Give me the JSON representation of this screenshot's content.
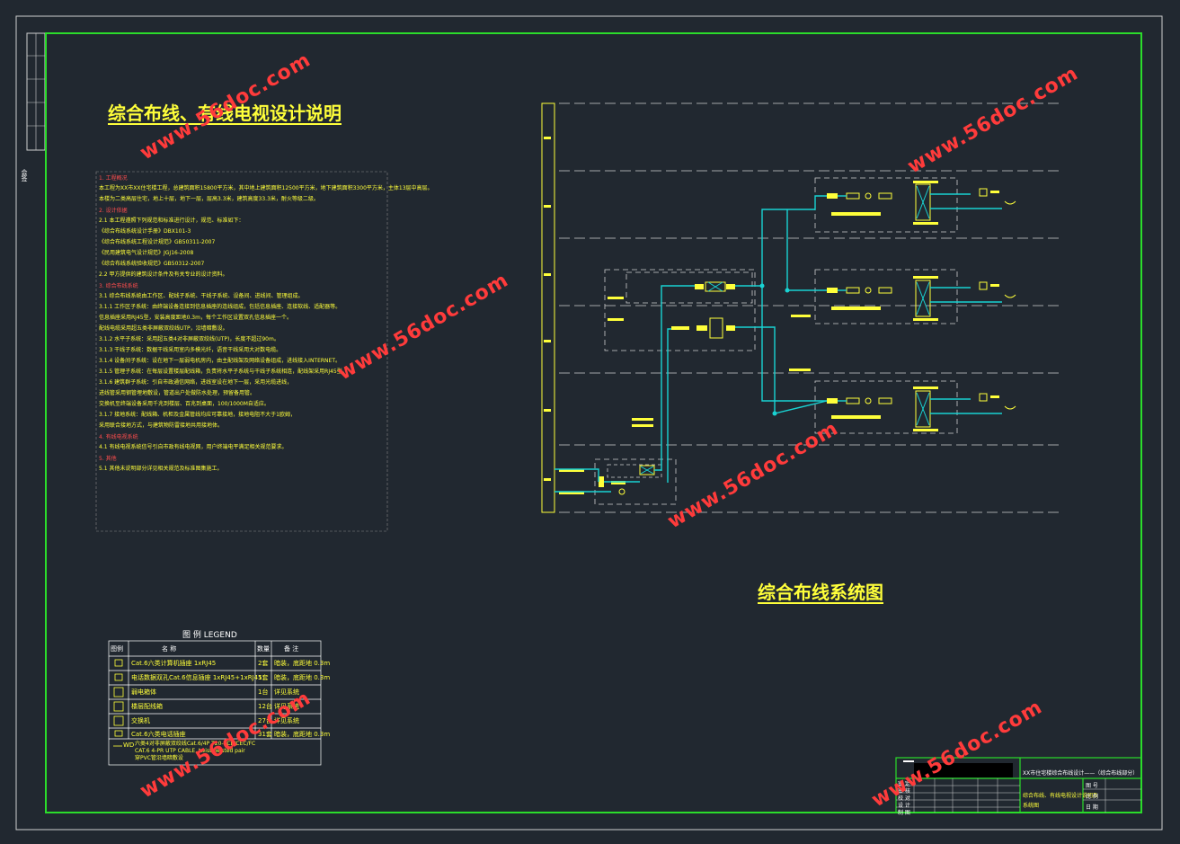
{
  "drawing": {
    "title_left": "综合布线、有线电视设计说明",
    "title_right": "综合布线系统图",
    "side_label": "会签"
  },
  "notes": [
    {
      "text": "1. 工程概况",
      "color": "red"
    },
    {
      "text": "本工程为XX市XX住宅楼工程，总建筑面积15800平方米，其中地上建筑面积12500平方米，地下建筑面积3300平方米，主体13层中高层。",
      "color": "yellow"
    },
    {
      "text": "本楼为二类高层住宅，地上十层，地下一层，层高3.3米，建筑高度33.3米，耐火等级二级。",
      "color": "yellow"
    },
    {
      "text": "2. 设计依据",
      "color": "red"
    },
    {
      "text": "2.1  本工程遵照下列规范和标准进行设计，规范、标准如下：",
      "color": "yellow"
    },
    {
      "text": "《综合布线系统设计手册》DBX101-3",
      "color": "yellow"
    },
    {
      "text": "《综合布线系统工程设计规范》GB50311-2007",
      "color": "yellow"
    },
    {
      "text": "《民用建筑电气设计规范》JGJ16-2008",
      "color": "yellow"
    },
    {
      "text": "《综合布线系统验收规范》GB50312-2007",
      "color": "yellow"
    },
    {
      "text": "2.2  甲方提供的建筑设计条件及有关专业的设计资料。",
      "color": "yellow"
    },
    {
      "text": "3. 综合布线系统",
      "color": "red"
    },
    {
      "text": "3.1  综合布线系统由工作区、配线子系统、干线子系统、设备间、进线间、管理组成。",
      "color": "yellow"
    },
    {
      "text": "3.1.1  工作区子系统：由终端设备连接到信息插座的连线组成，包括信息插座、连接软线、适配器等。",
      "color": "yellow"
    },
    {
      "text": "  信息插座采用RJ45型，安装高度距地0.3m，每个工作区设置双孔信息插座一个。",
      "color": "yellow"
    },
    {
      "text": "  配线电缆采用超五类非屏蔽双绞线UTP，沿墙暗敷设。",
      "color": "yellow"
    },
    {
      "text": "3.1.2  水平子系统：采用超五类4对非屏蔽双绞线(UTP)，长度不超过90m。",
      "color": "yellow"
    },
    {
      "text": "3.1.3  干线子系统：数据干线采用室内多模光纤，语音干线采用大对数电缆。",
      "color": "yellow"
    },
    {
      "text": "3.1.4  设备间子系统：设在地下一层弱电机房内，由主配线架及网络设备组成，进线接入INTERNET。",
      "color": "yellow"
    },
    {
      "text": "3.1.5  管理子系统：在每层设置楼层配线箱，负责将水平子系统与干线子系统相连，配线架采用RJ45型。",
      "color": "yellow"
    },
    {
      "text": "3.1.6  建筑群子系统：引自市政通信网络，进线室设在地下一层，采用光缆进线，",
      "color": "yellow"
    },
    {
      "text": "  进线管采用钢管埋地敷设，管道出户处做防水处理，预留备用管。",
      "color": "yellow"
    },
    {
      "text": "  交换机至终端设备采用千兆到楼层、百兆到桌面，100/1000M自适应。",
      "color": "yellow"
    },
    {
      "text": "3.1.7  接地系统：配线箱、机柜及金属管线均应可靠接地，接地电阻不大于1欧姆，",
      "color": "yellow"
    },
    {
      "text": "  采用联合接地方式，与建筑物防雷接地共用接地体。",
      "color": "yellow"
    },
    {
      "text": "4. 有线电视系统",
      "color": "red"
    },
    {
      "text": "4.1  有线电视系统信号引自市政有线电视网，用户终端电平满足相关规范要求。",
      "color": "yellow"
    },
    {
      "text": "5. 其他",
      "color": "red"
    },
    {
      "text": "5.1  其他未说明部分详见相关规范及标准图集施工。",
      "color": "yellow"
    }
  ],
  "legend": {
    "title": "图    例 LEGEND",
    "headers": [
      "图例",
      "名    称",
      "数量",
      "备    注"
    ],
    "rows": [
      {
        "name": "Cat.6六类计算机插座        1xRJ45",
        "qty": "2套",
        "remark": "暗装，底距地 0.3m"
      },
      {
        "name": "电话数据双孔Cat.6信息插座 1xRJ45+1xRJ45",
        "qty": "1套",
        "remark": "暗装，底距地 0.3m"
      },
      {
        "name": "弱电箱体",
        "qty": "1台",
        "remark": "详见系统"
      },
      {
        "name": "楼层配线箱",
        "qty": "12台",
        "remark": "详见系统"
      },
      {
        "name": "交换机",
        "qty": "27台",
        "remark": "详见系统"
      },
      {
        "name": "Cat.6六类电话插座",
        "qty": "31套",
        "remark": "暗装，底距地 0.3m"
      }
    ],
    "wd_code": "WD",
    "wd_lines": [
      "六类4对非屏蔽双绞线Cat.6/4P T20-SCE/CEC/FC",
      "CAT.6 4-PR UTP CABLE, twist twisted pair",
      "穿PVC管沿墙暗敷设"
    ]
  },
  "titleblock": {
    "project_label": "XX市住宅楼综合布线设计——（综合布线部分）",
    "drawing_name_1": "综合布线、有线电视设计说明及",
    "drawing_name_2": "系统图",
    "labels": [
      "审 定",
      "审 核",
      "校 对",
      "设 计",
      "制 图"
    ],
    "right_labels": [
      "图 号",
      "比 例",
      "日 期"
    ]
  },
  "watermark": "www.56doc.com",
  "colors": {
    "background": "#212830",
    "frame": "#2bdc2b",
    "text": "#ffff3a",
    "red": "#ff4d4d",
    "cyan": "#19d3d3",
    "dash": "#cfcfcf"
  }
}
